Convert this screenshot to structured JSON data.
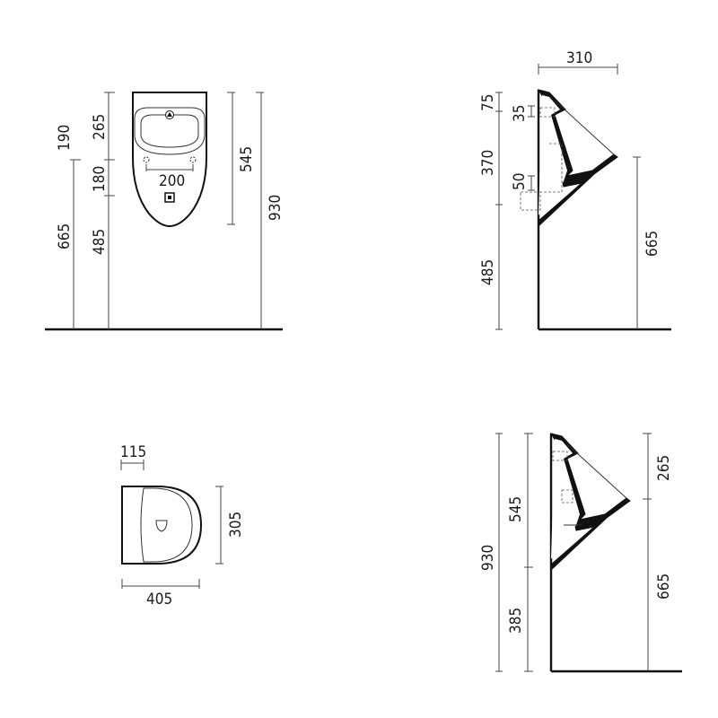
{
  "front_view": {
    "dim_190": "190",
    "dim_265": "265",
    "dim_180": "180",
    "dim_200": "200",
    "dim_545": "545",
    "dim_930": "930",
    "dim_665": "665",
    "dim_485": "485"
  },
  "side_view_top": {
    "dim_310": "310",
    "dim_75": "75",
    "dim_35": "35",
    "dim_370": "370",
    "dim_50": "50",
    "dim_665": "665",
    "dim_485": "485"
  },
  "top_view": {
    "dim_115": "115",
    "dim_305": "305",
    "dim_405": "405"
  },
  "side_view_bottom": {
    "dim_930": "930",
    "dim_545": "545",
    "dim_385": "385",
    "dim_265": "265",
    "dim_665": "665"
  }
}
